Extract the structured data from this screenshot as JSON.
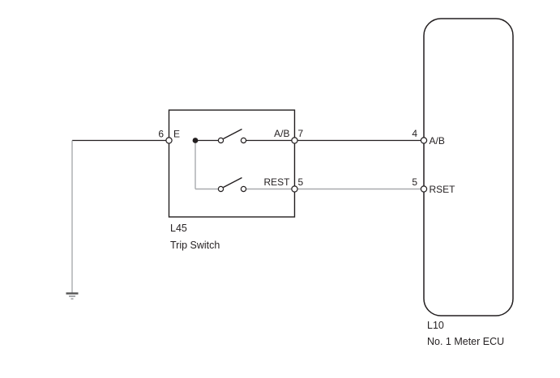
{
  "colors": {
    "background": "#ffffff",
    "wire_black": "#231f20",
    "wire_gray": "#a8aaad",
    "ground_dark": "#555555",
    "text": "#231f20"
  },
  "trip_switch": {
    "code": "L45",
    "name": "Trip Switch",
    "pin_e_number": "6",
    "pin_e_name": "E",
    "pin_ab_name": "A/B",
    "pin_ab_number": "7",
    "pin_rest_name": "REST",
    "pin_rest_number": "5"
  },
  "ecu": {
    "code": "L10",
    "name": "No. 1 Meter ECU",
    "pin_ab_number": "4",
    "pin_ab_name": "A/B",
    "pin_rset_number": "5",
    "pin_rset_name": "RSET"
  }
}
